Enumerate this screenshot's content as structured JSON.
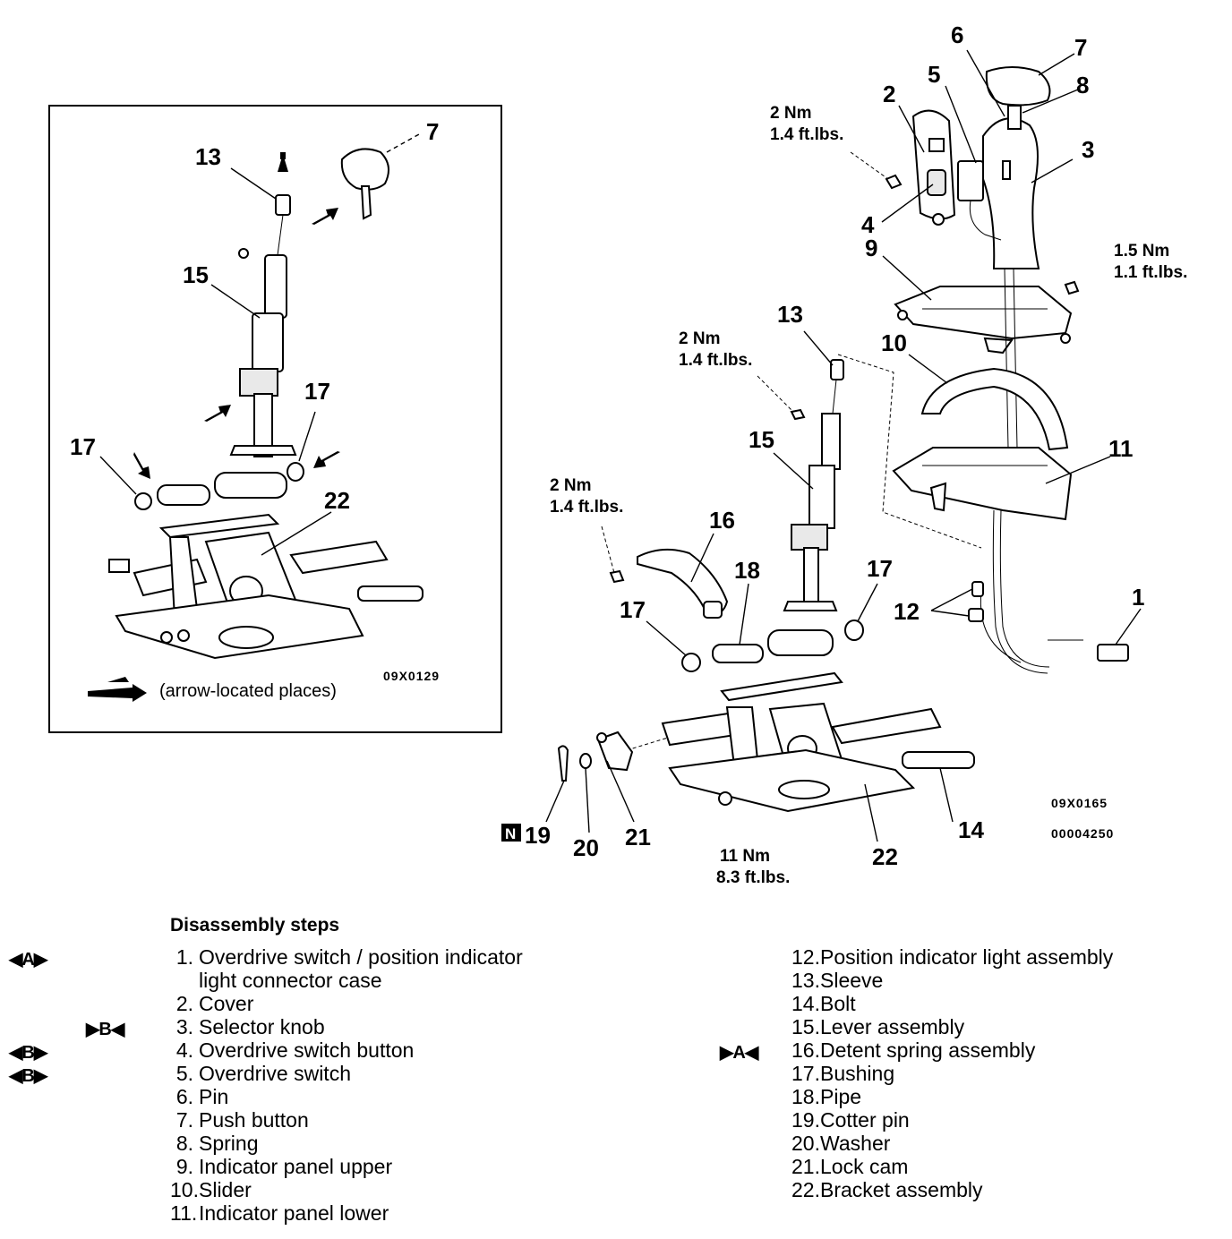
{
  "inset": {
    "legend_text": "(arrow-located places)",
    "code": "09X0129",
    "labels": {
      "l7": "7",
      "l13": "13",
      "l15": "15",
      "l17a": "17",
      "l17b": "17",
      "l22": "22"
    }
  },
  "main": {
    "labels": {
      "l1": "1",
      "l2": "2",
      "l3": "3",
      "l4": "4",
      "l5": "5",
      "l6": "6",
      "l7": "7",
      "l8": "8",
      "l9": "9",
      "l10": "10",
      "l11": "11",
      "l12": "12",
      "l13": "13",
      "l14": "14",
      "l15": "15",
      "l16": "16",
      "l17a": "17",
      "l17b": "17",
      "l18": "18",
      "l19": "19",
      "l20": "20",
      "l21": "21",
      "l22": "22"
    },
    "torques": {
      "t_cover": [
        "2 Nm",
        "1.4 ft.lbs."
      ],
      "t_panel": [
        "1.5 Nm",
        "1.1 ft.lbs."
      ],
      "t_lever": [
        "2 Nm",
        "1.4 ft.lbs."
      ],
      "t_spring": [
        "2 Nm",
        "1.4 ft.lbs."
      ],
      "t_bracket": [
        "11 Nm",
        "8.3 ft.lbs."
      ]
    },
    "n_mark": "N",
    "code1": "09X0165",
    "code2": "00004250"
  },
  "steps": {
    "heading": "Disassembly steps",
    "left": [
      {
        "num": "1.",
        "text": "Overdrive switch / position indicator",
        "cont": "light connector case",
        "mark": "◀A▶"
      },
      {
        "num": "2.",
        "text": "Cover",
        "mark": ""
      },
      {
        "num": "3.",
        "text": "Selector knob",
        "mark": "▶B◀"
      },
      {
        "num": "4.",
        "text": "Overdrive switch button",
        "mark": "◀B▶"
      },
      {
        "num": "5.",
        "text": "Overdrive switch",
        "mark": "◀B▶"
      },
      {
        "num": "6.",
        "text": "Pin",
        "mark": ""
      },
      {
        "num": "7.",
        "text": "Push button",
        "mark": ""
      },
      {
        "num": "8.",
        "text": "Spring",
        "mark": ""
      },
      {
        "num": "9.",
        "text": "Indicator panel upper",
        "mark": ""
      },
      {
        "num": "10.",
        "text": "Slider",
        "mark": ""
      },
      {
        "num": "11.",
        "text": "Indicator panel lower",
        "mark": ""
      }
    ],
    "right": [
      {
        "num": "12.",
        "text": "Position indicator light assembly",
        "mark": ""
      },
      {
        "num": "13.",
        "text": "Sleeve",
        "mark": ""
      },
      {
        "num": "14.",
        "text": "Bolt",
        "mark": ""
      },
      {
        "num": "15.",
        "text": "Lever assembly",
        "mark": ""
      },
      {
        "num": "16.",
        "text": "Detent spring assembly",
        "mark": "▶A◀"
      },
      {
        "num": "17.",
        "text": "Bushing",
        "mark": ""
      },
      {
        "num": "18.",
        "text": "Pipe",
        "mark": ""
      },
      {
        "num": "19.",
        "text": "Cotter pin",
        "mark": ""
      },
      {
        "num": "20.",
        "text": "Washer",
        "mark": ""
      },
      {
        "num": "21.",
        "text": "Lock cam",
        "mark": ""
      },
      {
        "num": "22.",
        "text": "Bracket assembly",
        "mark": ""
      }
    ]
  }
}
